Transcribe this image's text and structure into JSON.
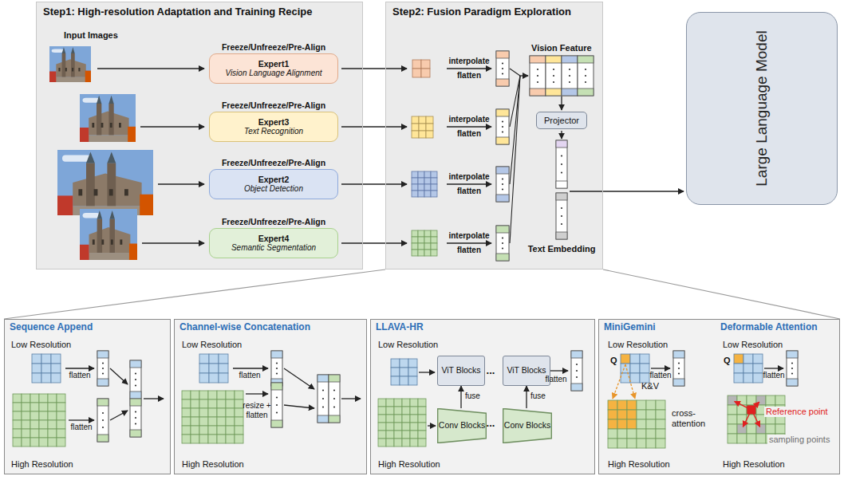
{
  "diagram": {
    "nodes": [
      {
        "text": [
          "Step1: High-resolution Adaptation and Training Recipe"
        ]
      },
      {
        "text": [
          "Expert1",
          "Vision Language Alignment"
        ],
        "in": 0
      },
      {
        "text": [
          "Expert3",
          "Text Recognition"
        ],
        "in": 0
      },
      {
        "text": [
          "Expert2",
          "Object Detection"
        ],
        "in": 0
      },
      {
        "text": [
          "Expert4",
          "Semantic Segmentation"
        ],
        "in": 0
      },
      {
        "text": [
          "Step2: Fusion Paradigm Exploration"
        ]
      },
      {
        "text": [
          "Projector"
        ],
        "in": 5
      },
      {
        "text": [
          "Large Language Model"
        ]
      },
      {
        "text": [
          "Sequence Append"
        ]
      },
      {
        "text": [
          "Channel-wise Concatenation"
        ]
      },
      {
        "text": [
          "LLAVA-HR"
        ]
      },
      {
        "text": [
          "ViT Blocks"
        ],
        "in": 10
      },
      {
        "text": [
          "ViT Blocks"
        ],
        "in": 10
      },
      {
        "text": [
          "Conv Blocks"
        ],
        "in": 10
      },
      {
        "text": [
          "Conv Blocks"
        ],
        "in": 10
      },
      {
        "text": [
          "MiniGemini",
          "Deformable Attention"
        ]
      }
    ],
    "edges": [
      {
        "from": 13,
        "to": 11,
        "arrow": "to",
        "label": "fuse"
      },
      {
        "from": 14,
        "to": 12,
        "arrow": "to",
        "label": "fuse"
      }
    ],
    "labels": [
      "Input Images",
      "Freeze/Unfreeze/Pre-Align",
      "Freeze/Unfreeze/Pre-Align",
      "Freeze/Unfreeze/Pre-Align",
      "Freeze/Unfreeze/Pre-Align",
      "interpolate",
      "flatten",
      "interpolate",
      "flatten",
      "interpolate",
      "flatten",
      "interpolate",
      "flatten",
      "Vision Feature",
      "Text Embedding",
      "Low Resolution",
      "flatten",
      "flatten",
      "High Resolution",
      "Low Resolution",
      "flatten",
      "resize + flatten",
      "High Resolution",
      "Low Resolution",
      "...",
      "flatten",
      "...",
      "High Resolution",
      "Low Resolution",
      "Q",
      "flatten",
      "K&V",
      "cross-attention",
      "High Resolution",
      "Low Resolution",
      "Q",
      "flatten",
      "Reference point",
      "sampling points",
      "High Resolution"
    ]
  }
}
